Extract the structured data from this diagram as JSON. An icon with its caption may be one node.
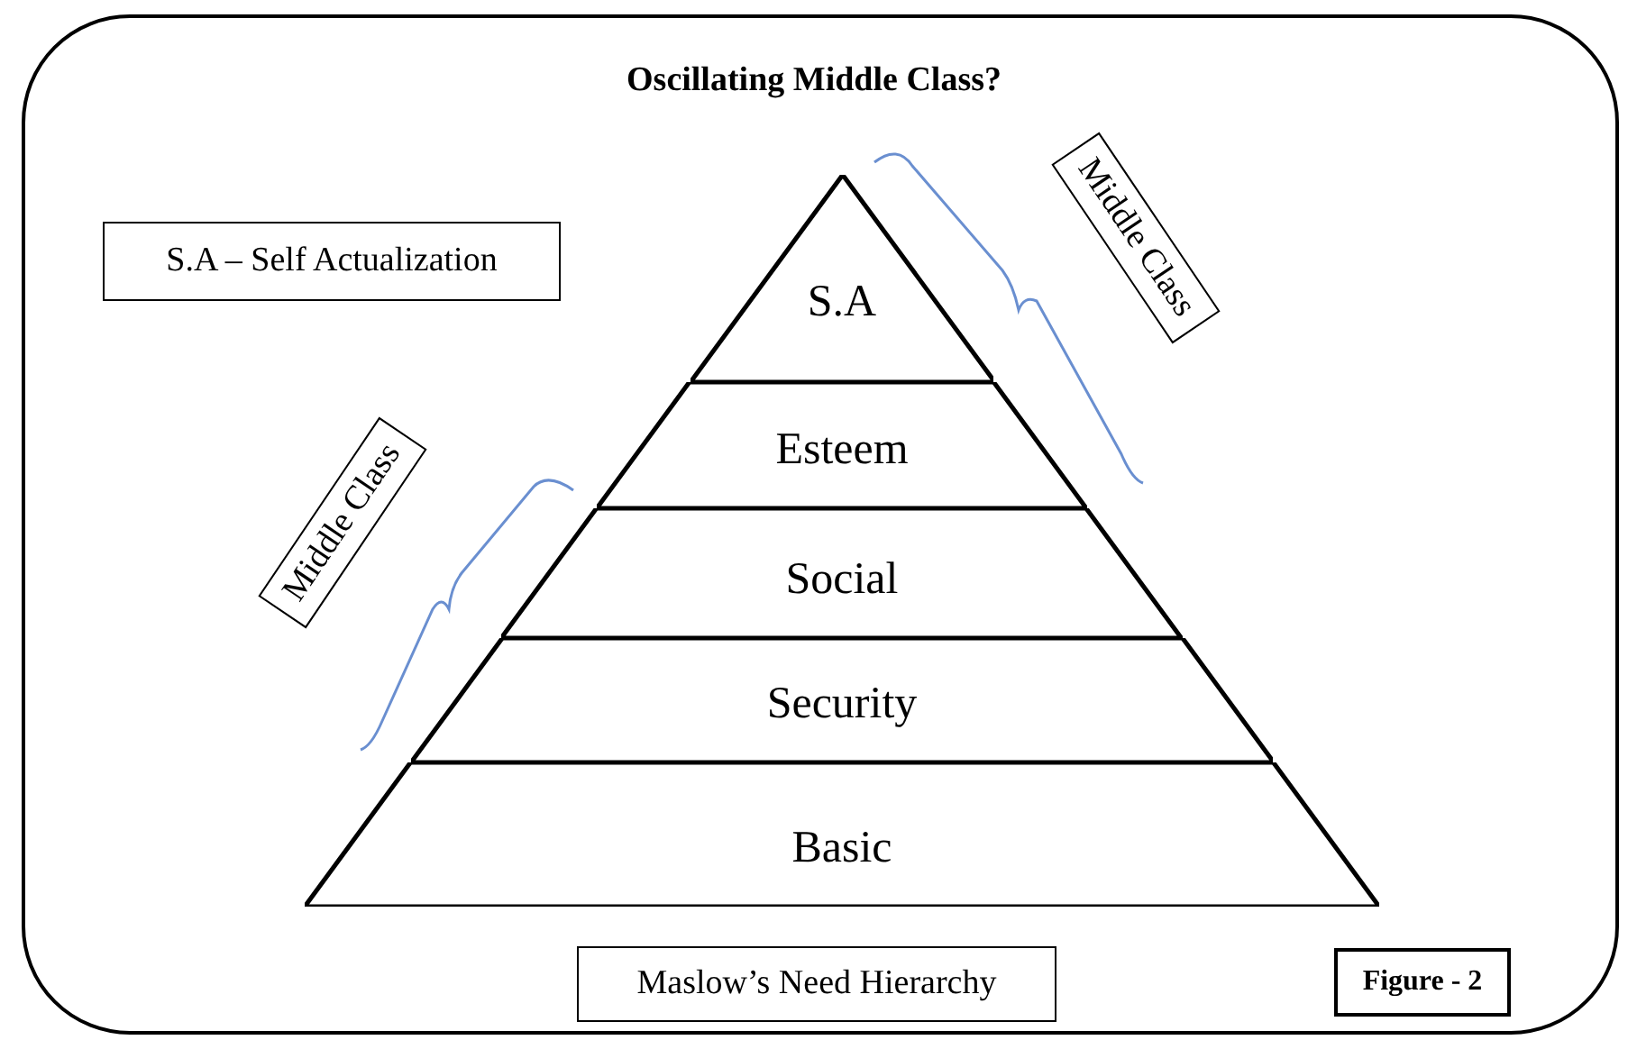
{
  "diagram": {
    "title": "Oscillating Middle Class?",
    "nodes": [
      {
        "text": [
          "S.A – Self Actualization"
        ]
      },
      {
        "text": [
          "S.A"
        ]
      },
      {
        "text": [
          "Middle Class"
        ]
      },
      {
        "text": [
          "Esteem"
        ]
      },
      {
        "text": [
          "Middle Class"
        ]
      },
      {
        "text": [
          "Social"
        ]
      },
      {
        "text": [
          "Security"
        ]
      },
      {
        "text": [
          "Basic"
        ]
      },
      {
        "text": [
          "Maslow’s Need Hierarchy"
        ]
      },
      {
        "text": [
          "Figure - 2"
        ]
      }
    ],
    "edges": []
  }
}
